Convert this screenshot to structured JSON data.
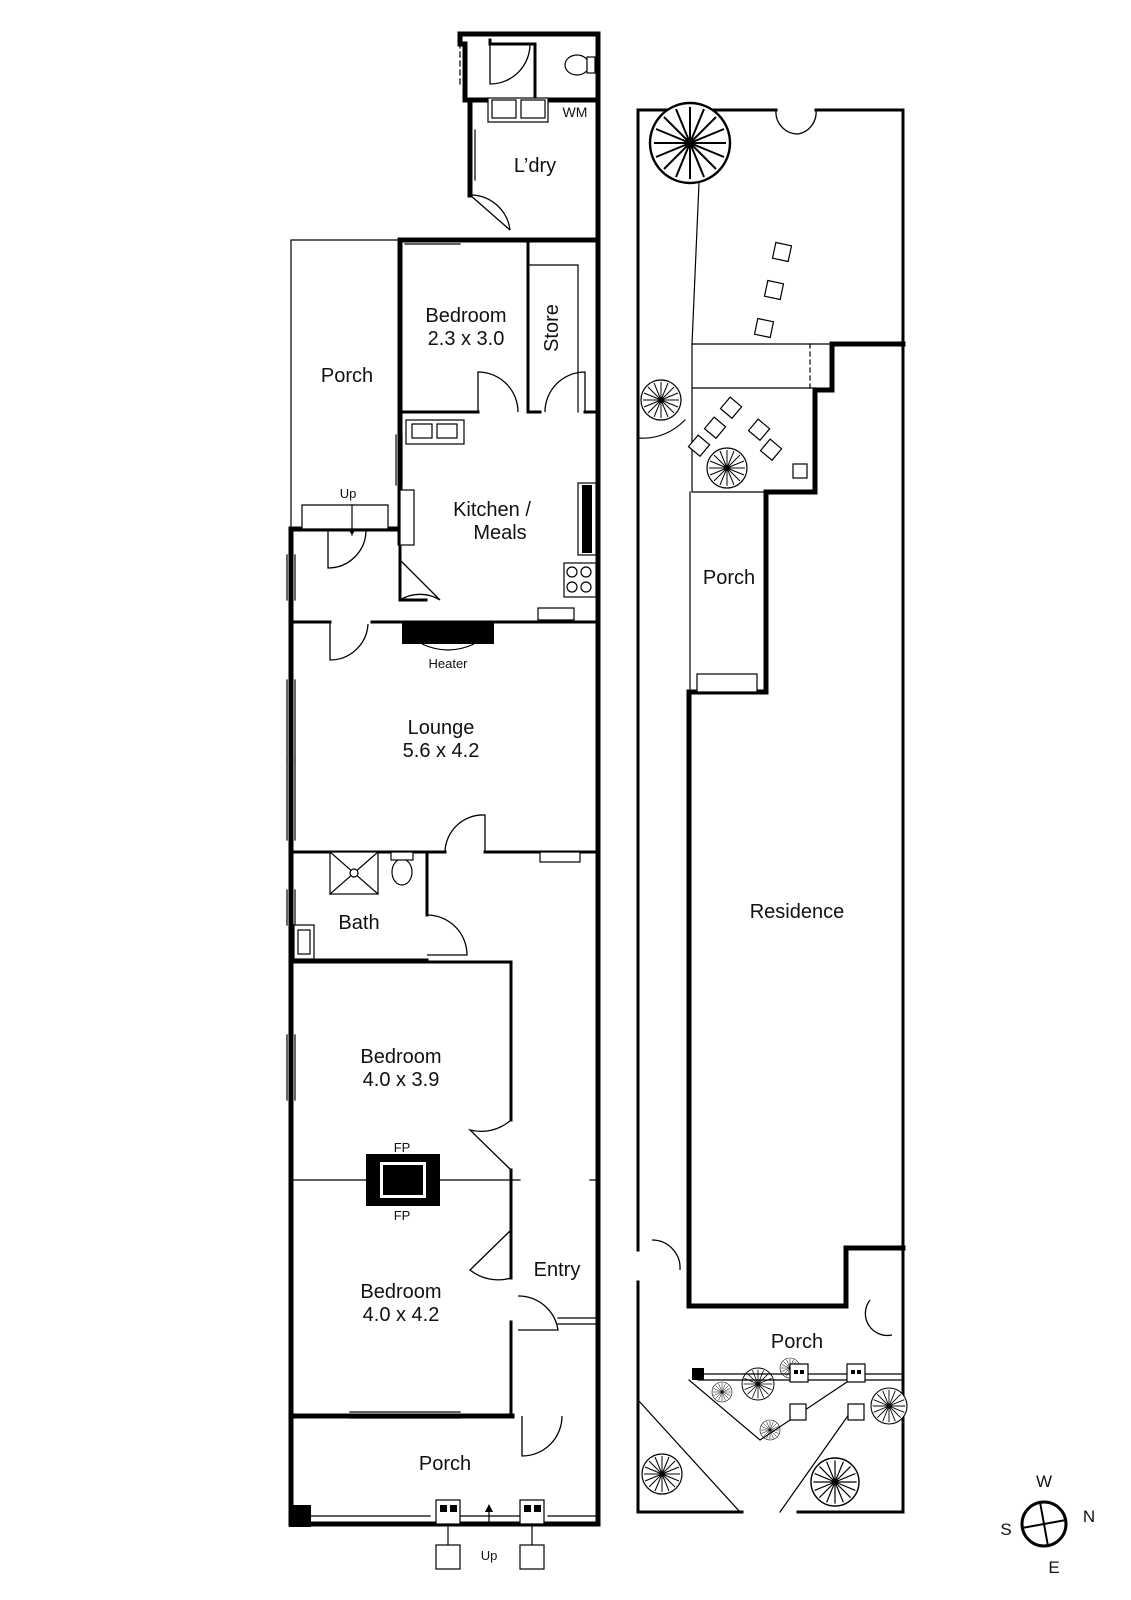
{
  "left_plan": {
    "laundry": "L’dry",
    "washing_machine": "WM",
    "porch_top": "Porch",
    "bedroom_small": {
      "name": "Bedroom",
      "size": "2.3 x 3.0"
    },
    "store": "Store",
    "up_top": "Up",
    "kitchen": {
      "line1": "Kitchen /",
      "line2": "Meals"
    },
    "heater": "Heater",
    "lounge": {
      "name": "Lounge",
      "size": "5.6 x 4.2"
    },
    "bath": "Bath",
    "bedroom_mid": {
      "name": "Bedroom",
      "size": "4.0 x 3.9"
    },
    "fireplace_top": "FP",
    "fireplace_bottom": "FP",
    "bedroom_front": {
      "name": "Bedroom",
      "size": "4.0 x 4.2"
    },
    "entry": "Entry",
    "porch_front": "Porch",
    "up_front": "Up"
  },
  "right_plan": {
    "porch_mid": "Porch",
    "residence": "Residence",
    "porch_front": "Porch"
  },
  "compass": {
    "north": "N",
    "south": "S",
    "east": "E",
    "west": "W"
  }
}
